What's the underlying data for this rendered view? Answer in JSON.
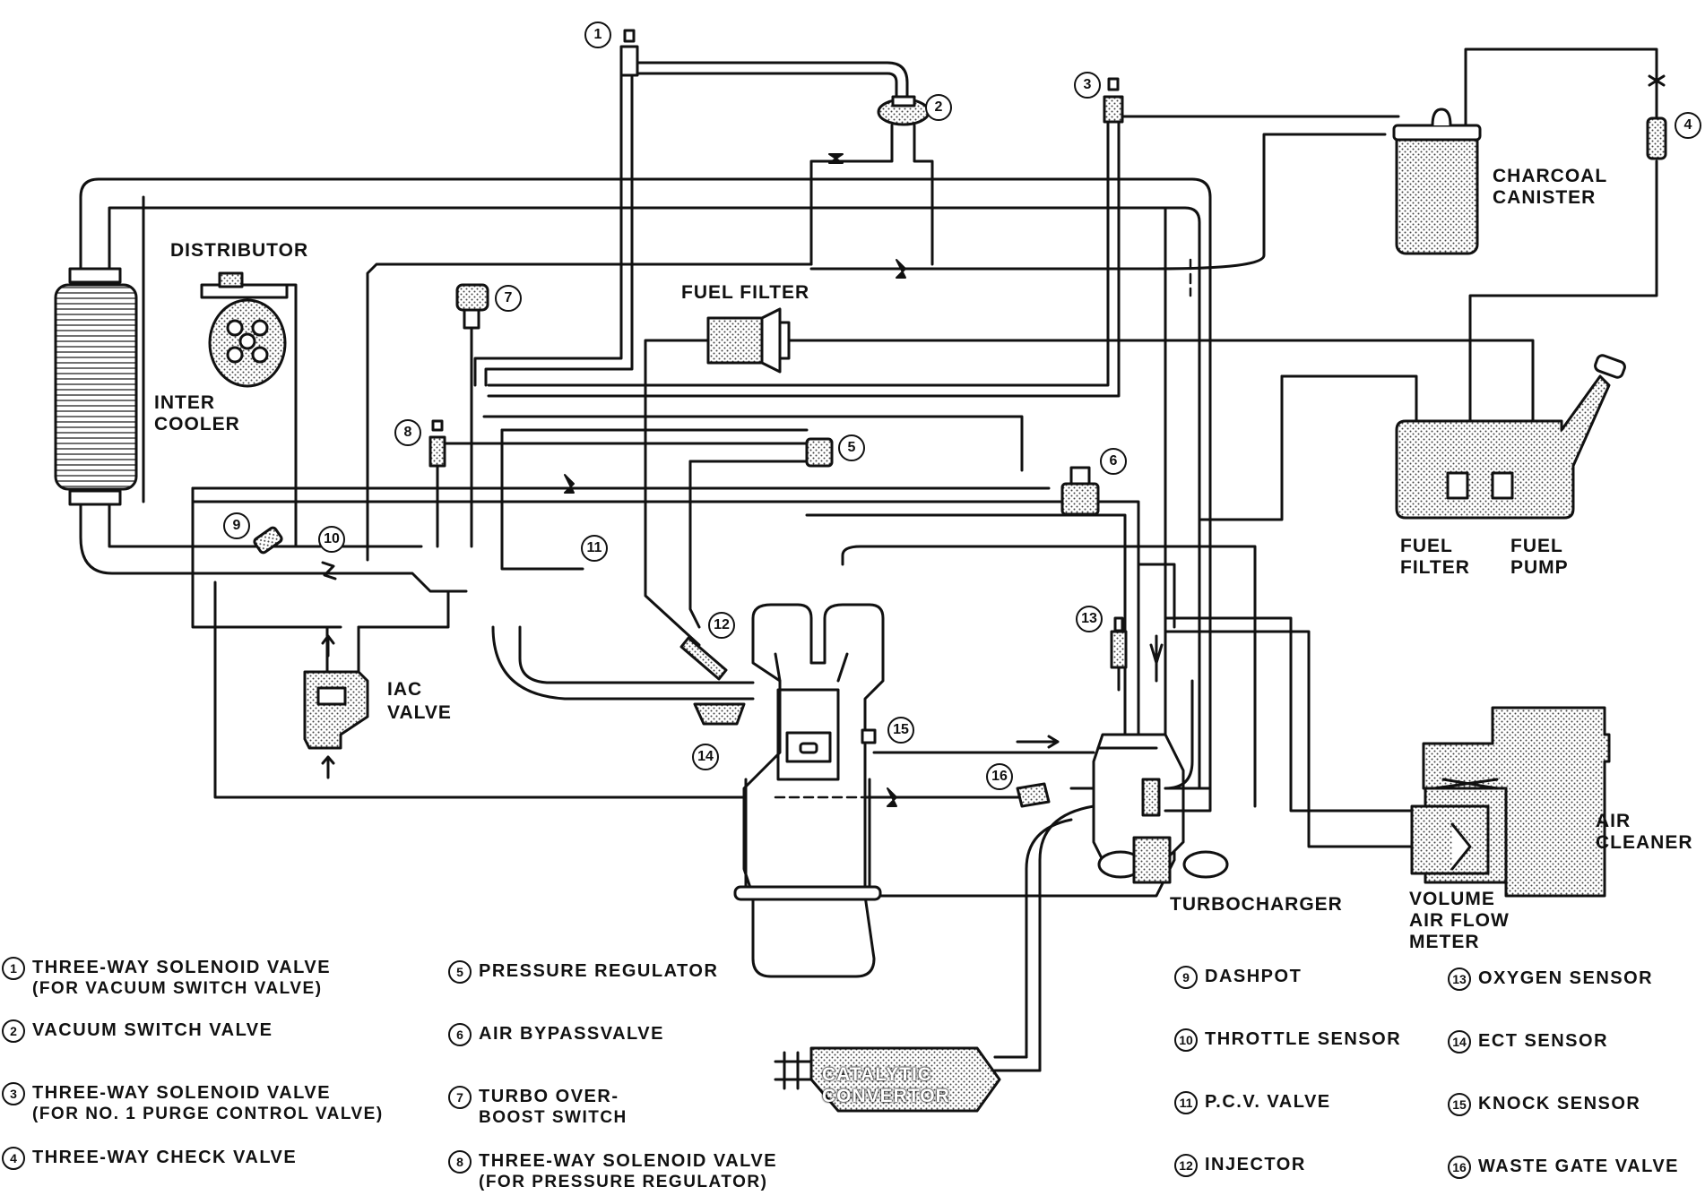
{
  "labels": {
    "distributor": "DISTRIBUTOR",
    "inter_cooler": [
      "INTER",
      "COOLER"
    ],
    "fuel_filter_top": "FUEL FILTER",
    "charcoal_canister": [
      "CHARCOAL",
      "CANISTER"
    ],
    "fuel_filter_tank": [
      "FUEL",
      "FILTER"
    ],
    "fuel_pump": [
      "FUEL",
      "PUMP"
    ],
    "iac_valve": [
      "IAC",
      "VALVE"
    ],
    "turbocharger": "TURBOCHARGER",
    "air_cleaner": [
      "AIR",
      "CLEANER"
    ],
    "volume_air_flow_meter": [
      "VOLUME",
      "AIR FLOW",
      "METER"
    ],
    "catalytic_convertor": [
      "CATALYTIC",
      "CONVERTOR"
    ]
  },
  "legend": [
    {
      "num": "1",
      "text": "THREE-WAY SOLENOID VALVE",
      "sub": "(FOR VACUUM SWITCH VALVE)"
    },
    {
      "num": "2",
      "text": "VACUUM SWITCH VALVE",
      "sub": ""
    },
    {
      "num": "3",
      "text": "THREE-WAY SOLENOID VALVE",
      "sub": "(FOR NO. 1 PURGE CONTROL VALVE)"
    },
    {
      "num": "4",
      "text": "THREE-WAY CHECK VALVE",
      "sub": ""
    },
    {
      "num": "5",
      "text": "PRESSURE REGULATOR",
      "sub": ""
    },
    {
      "num": "6",
      "text": "AIR BYPASSVALVE",
      "sub": ""
    },
    {
      "num": "7",
      "text": "TURBO OVER-",
      "sub": "BOOST SWITCH"
    },
    {
      "num": "8",
      "text": "THREE-WAY SOLENOID VALVE",
      "sub": "(FOR PRESSURE REGULATOR)"
    },
    {
      "num": "9",
      "text": "DASHPOT",
      "sub": ""
    },
    {
      "num": "10",
      "text": "THROTTLE SENSOR",
      "sub": ""
    },
    {
      "num": "11",
      "text": "P.C.V. VALVE",
      "sub": ""
    },
    {
      "num": "12",
      "text": "INJECTOR",
      "sub": ""
    },
    {
      "num": "13",
      "text": "OXYGEN SENSOR",
      "sub": ""
    },
    {
      "num": "14",
      "text": "ECT SENSOR",
      "sub": ""
    },
    {
      "num": "15",
      "text": "KNOCK SENSOR",
      "sub": ""
    },
    {
      "num": "16",
      "text": "WASTE GATE VALVE",
      "sub": ""
    }
  ],
  "callouts": [
    "1",
    "2",
    "3",
    "4",
    "5",
    "6",
    "7",
    "8",
    "9",
    "10",
    "11",
    "12",
    "13",
    "14",
    "15",
    "16"
  ],
  "colors": {
    "line": "#111111",
    "hatch": "#9a9a9a",
    "fill": "#dcdcdc"
  }
}
